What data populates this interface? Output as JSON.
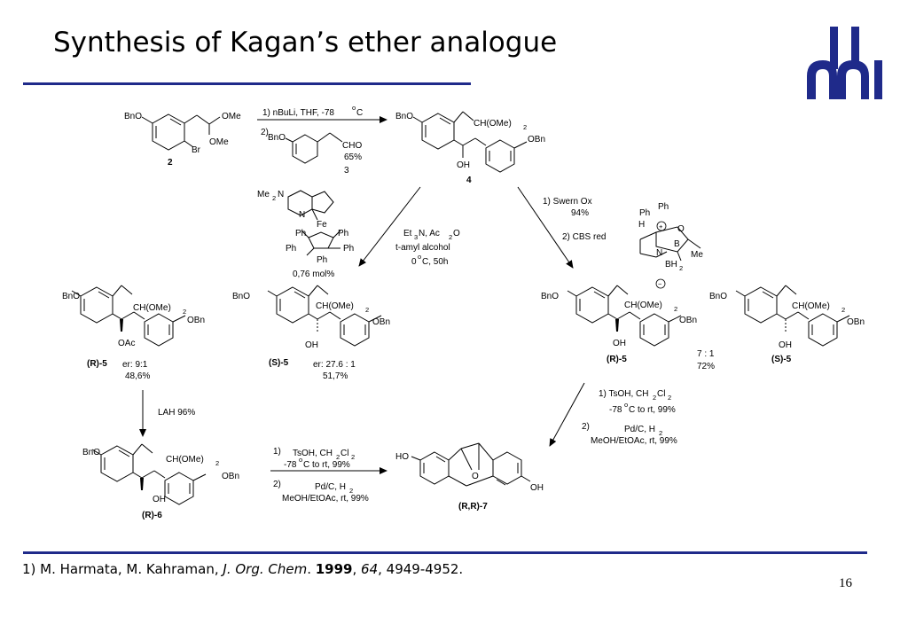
{
  "slide": {
    "title": "Synthesis of Kagan’s ether analogue",
    "page_number": "16",
    "accent_color": "#1f2a8a"
  },
  "footnote": {
    "prefix": "1) M. Harmata, M. Kahraman, ",
    "journal": "J. Org. Chem",
    "dot": ". ",
    "year": "1999",
    "comma1": ", ",
    "volume": "64",
    "pages": ", 4949-4952."
  },
  "scheme": {
    "cmpd2": {
      "bno": "BnO",
      "ome1": "OMe",
      "ome2": "OMe",
      "br": "Br",
      "label": "2"
    },
    "step1": {
      "cond1": "1) nBuLi, THF, -78",
      "deg": "o",
      "c": "C",
      "cond2": "2)",
      "bno": "BnO",
      "cho": "CHO",
      "yield": "65%",
      "reagent_label": "3"
    },
    "cmpd4": {
      "bno": "BnO",
      "acetal": "CH(OMe)",
      "sub2": "2",
      "obn": "OBn",
      "oh": "OH",
      "label": "4"
    },
    "catalyst": {
      "me2n": "Me",
      "n_sub": "2",
      "n": "N",
      "n2": "N",
      "fe": "Fe",
      "ph1": "Ph",
      "ph2": "Ph",
      "ph3": "Ph",
      "ph4": "Ph",
      "ph5": "Ph",
      "loading": "0,76 mol%"
    },
    "kr_conditions": {
      "line1": "Et",
      "line1b": "N, Ac",
      "line1c": "O",
      "line2": "t-amyl alcohol",
      "line3": "0",
      "line3b": "C, 50h"
    },
    "swern": {
      "line1": "1) Swern Ox",
      "line2": "94%",
      "line3": "2) CBS red"
    },
    "cbs": {
      "ph1": "Ph",
      "ph2": "Ph",
      "h": "H",
      "o": "O",
      "b": "B",
      "n": "N",
      "me": "Me",
      "bh": "BH",
      "plus": "+",
      "minus": "−"
    },
    "r5_oac": {
      "bno": "BnO",
      "acetal": "CH(OMe)",
      "sub2": "2",
      "obn": "OBn",
      "oac": "OAc",
      "label": "(R)-5",
      "er": "er: 9:1",
      "yield": "48,6%"
    },
    "s5_left": {
      "bno": "BnO",
      "acetal": "CH(OMe)",
      "sub2": "2",
      "obn": "OBn",
      "oh": "OH",
      "label": "(S)-5",
      "er": "er: 27.6 : 1",
      "yield": "51,7%"
    },
    "r5_right": {
      "bno": "BnO",
      "acetal": "CH(OMe)",
      "sub2": "2",
      "obn": "OBn",
      "oh": "OH",
      "label": "(R)-5",
      "ratio": "7 : 1",
      "yield": "72%"
    },
    "s5_right": {
      "bno": "BnO",
      "acetal": "CH(OMe)",
      "sub2": "2",
      "obn": "OBn",
      "oh": "OH",
      "label": "(S)-5"
    },
    "lah": {
      "text": "LAH 96%"
    },
    "r6": {
      "bno": "BnO",
      "acetal": "CH(OMe)",
      "sub2": "2",
      "obn": "OBn",
      "oh": "OH",
      "label": "(R)-6"
    },
    "final_step": {
      "l1num": "1)",
      "l1": "TsOH, CH",
      "l1b": "Cl",
      "l2": "-78",
      "l2b": "C to rt, 99%",
      "l3num": "2)",
      "l3": "Pd/C, H",
      "l4": "MeOH/EtOAc, rt, 99%"
    },
    "right_step": {
      "l1": "1) TsOH, CH",
      "l1b": "Cl",
      "l2": "-78",
      "l2b": "C to rt, 99%",
      "l3num": "2)",
      "l3": "Pd/C, H",
      "l4": "MeOH/EtOAc, rt, 99%"
    },
    "r7": {
      "ho1": "HO",
      "ho2": "OH",
      "o": "O",
      "label": "(R,R)-7"
    }
  }
}
